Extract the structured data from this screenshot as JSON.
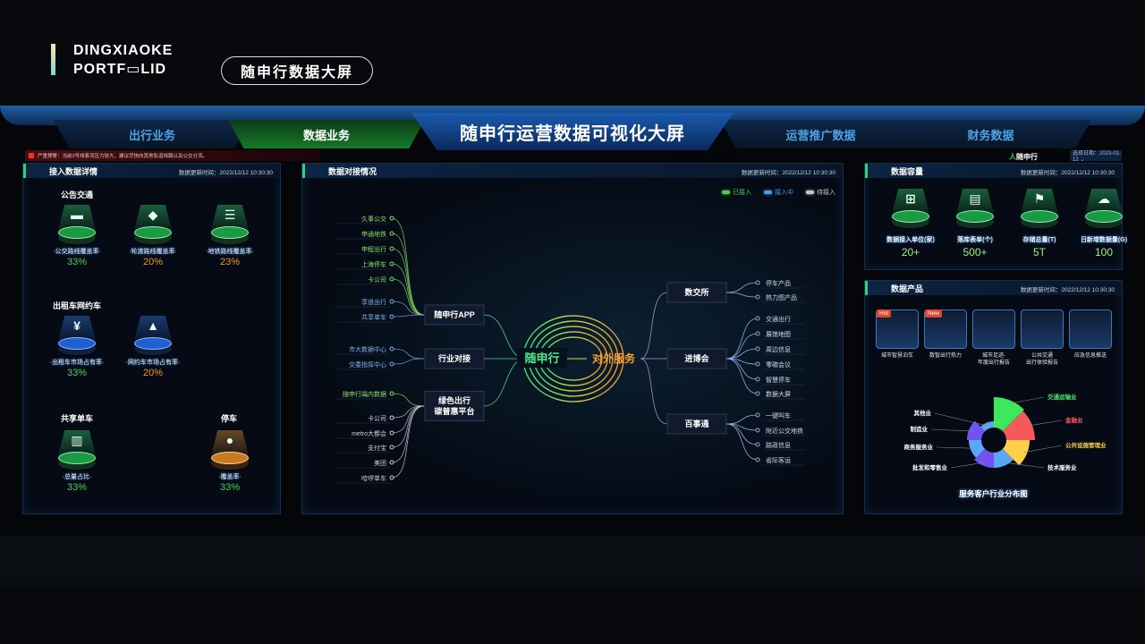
{
  "brand": {
    "line1": "DINGXIAOKE",
    "line2": "PORTF▭LID",
    "pill": "随申行数据大屏"
  },
  "nav": {
    "tabs": [
      {
        "label": "出行业务",
        "active": false
      },
      {
        "label": "数据业务",
        "active": true
      },
      {
        "label": "运营推广数据",
        "active": false
      },
      {
        "label": "财务数据",
        "active": false
      }
    ],
    "title": "随申行运营数据可视化大屏"
  },
  "alert": "严重预警：当前2号线客流压力较大，建议尽快向其他轨道线路以及公交分流。",
  "top_right": {
    "logo": "随申行",
    "date_label": "选择日期：2023-01-12 ⌄"
  },
  "left": {
    "title": "接入数据详情",
    "updated": "数据更新时间：2022/12/12 10:30:30",
    "sections": [
      "公告交通",
      "出租车网约车",
      "共享单车",
      "停车"
    ],
    "items": [
      {
        "label": "·公交路线覆盖率·",
        "value": "33%",
        "icon": "bus-icon"
      },
      {
        "label": "·轮渡路线覆盖率·",
        "value": "20%",
        "icon": "box-icon"
      },
      {
        "label": "·地铁路线覆盖率·",
        "value": "23%",
        "icon": "cabinet-icon"
      },
      {
        "label": "·出租车市场占有率·",
        "value": "33%",
        "icon": "yuan-coin-icon"
      },
      {
        "label": "·网约车市场占有率·",
        "value": "20%",
        "icon": "rocket-icon"
      },
      {
        "label": "·总量占比·",
        "value": "33%",
        "icon": "chart-monitor-icon"
      },
      {
        "label": "·覆盖率·",
        "value": "33%",
        "icon": "location-pin-icon"
      }
    ]
  },
  "center": {
    "title": "数据对接情况",
    "updated": "数据更新时间：2022/12/12 10:30:30",
    "legend": [
      {
        "label": "已接入",
        "color": "#4fd04a"
      },
      {
        "label": "接入中",
        "color": "#4a9ae8"
      },
      {
        "label": "待接入",
        "color": "#c8c8d0"
      }
    ],
    "core": "随申行",
    "service": "对外服务",
    "left_hubs": [
      {
        "label": "随申行APP",
        "leaves": [
          {
            "l": "久事公交",
            "s": 0
          },
          {
            "l": "申通地铁",
            "s": 0
          },
          {
            "l": "申程出行",
            "s": 0
          },
          {
            "l": "上海停车",
            "s": 0
          },
          {
            "l": "卡公司",
            "s": 0
          },
          {
            "l": "享道出行",
            "s": 1
          },
          {
            "l": "共享单车",
            "s": 1
          }
        ]
      },
      {
        "label": "行业对接",
        "leaves": [
          {
            "l": "市大数据中心",
            "s": 1
          },
          {
            "l": "交委指挥中心",
            "s": 1
          }
        ]
      },
      {
        "label": "绿色出行\n碳普惠平台",
        "leaves": [
          {
            "l": "随申行端内数据",
            "s": 0
          },
          {
            "l": "卡公司",
            "s": 2
          },
          {
            "l": "metro大都会",
            "s": 2
          },
          {
            "l": "支付宝",
            "s": 2
          },
          {
            "l": "美团",
            "s": 2
          },
          {
            "l": "哈啰单车",
            "s": 2
          }
        ]
      }
    ],
    "right_hubs": [
      {
        "label": "数交所",
        "leaves": [
          "停车产品",
          "热力图产品"
        ]
      },
      {
        "label": "进博会",
        "leaves": [
          "交通出行",
          "展馆地图",
          "周边信息",
          "零碳会议",
          "智慧停车",
          "数据大屏"
        ]
      },
      {
        "label": "百事通",
        "leaves": [
          "一键叫车",
          "附近公交地铁",
          "路政信息",
          "省际客运"
        ]
      }
    ]
  },
  "capacity": {
    "title": "数据容量",
    "updated": "数据更新时间：2022/12/12 10:30:30",
    "items": [
      {
        "label": "数据接入单位(家)",
        "value": "20+",
        "icon": "org-chart-icon"
      },
      {
        "label": "落库表单(个)",
        "value": "500+",
        "icon": "document-icon"
      },
      {
        "label": "存储总量(T)",
        "value": "5T",
        "icon": "flag-icon"
      },
      {
        "label": "日新增数据量(G)",
        "value": "100",
        "icon": "cloud-server-icon"
      }
    ]
  },
  "products": {
    "title": "数据产品",
    "updated": "数据更新时间：2022/12/12 10:30:30",
    "items": [
      {
        "label": "城市智慧泊车",
        "badge": "Hot"
      },
      {
        "label": "数智出行热力",
        "badge": "New"
      },
      {
        "label": "城市足迹-\n年度出行报告",
        "badge": ""
      },
      {
        "label": "公共交通\n出行体验报告",
        "badge": ""
      },
      {
        "label": "应急信息推送",
        "badge": ""
      }
    ]
  },
  "chart_data": {
    "type": "rose",
    "title": "服务客户行业分布图",
    "categories": [
      "交通运输业",
      "金融业",
      "公共设施管理业",
      "技术服务业",
      "批发和零售业",
      "商务服务业",
      "制造业",
      "其他业"
    ],
    "values": [
      48,
      46,
      40,
      31,
      31,
      28,
      30,
      21
    ],
    "colors": [
      "#3ee85a",
      "#f45a5a",
      "#ffcf4a",
      "#5aa8f5",
      "#7052f0",
      "#5aa8f5",
      "#7052f0",
      "#5aa8f5"
    ],
    "label_colors": [
      "#4fe86a",
      "#ff5a5a",
      "#ffd24a",
      "#ffffff",
      "#ffffff",
      "#ffffff",
      "#ffffff",
      "#ffffff"
    ]
  }
}
